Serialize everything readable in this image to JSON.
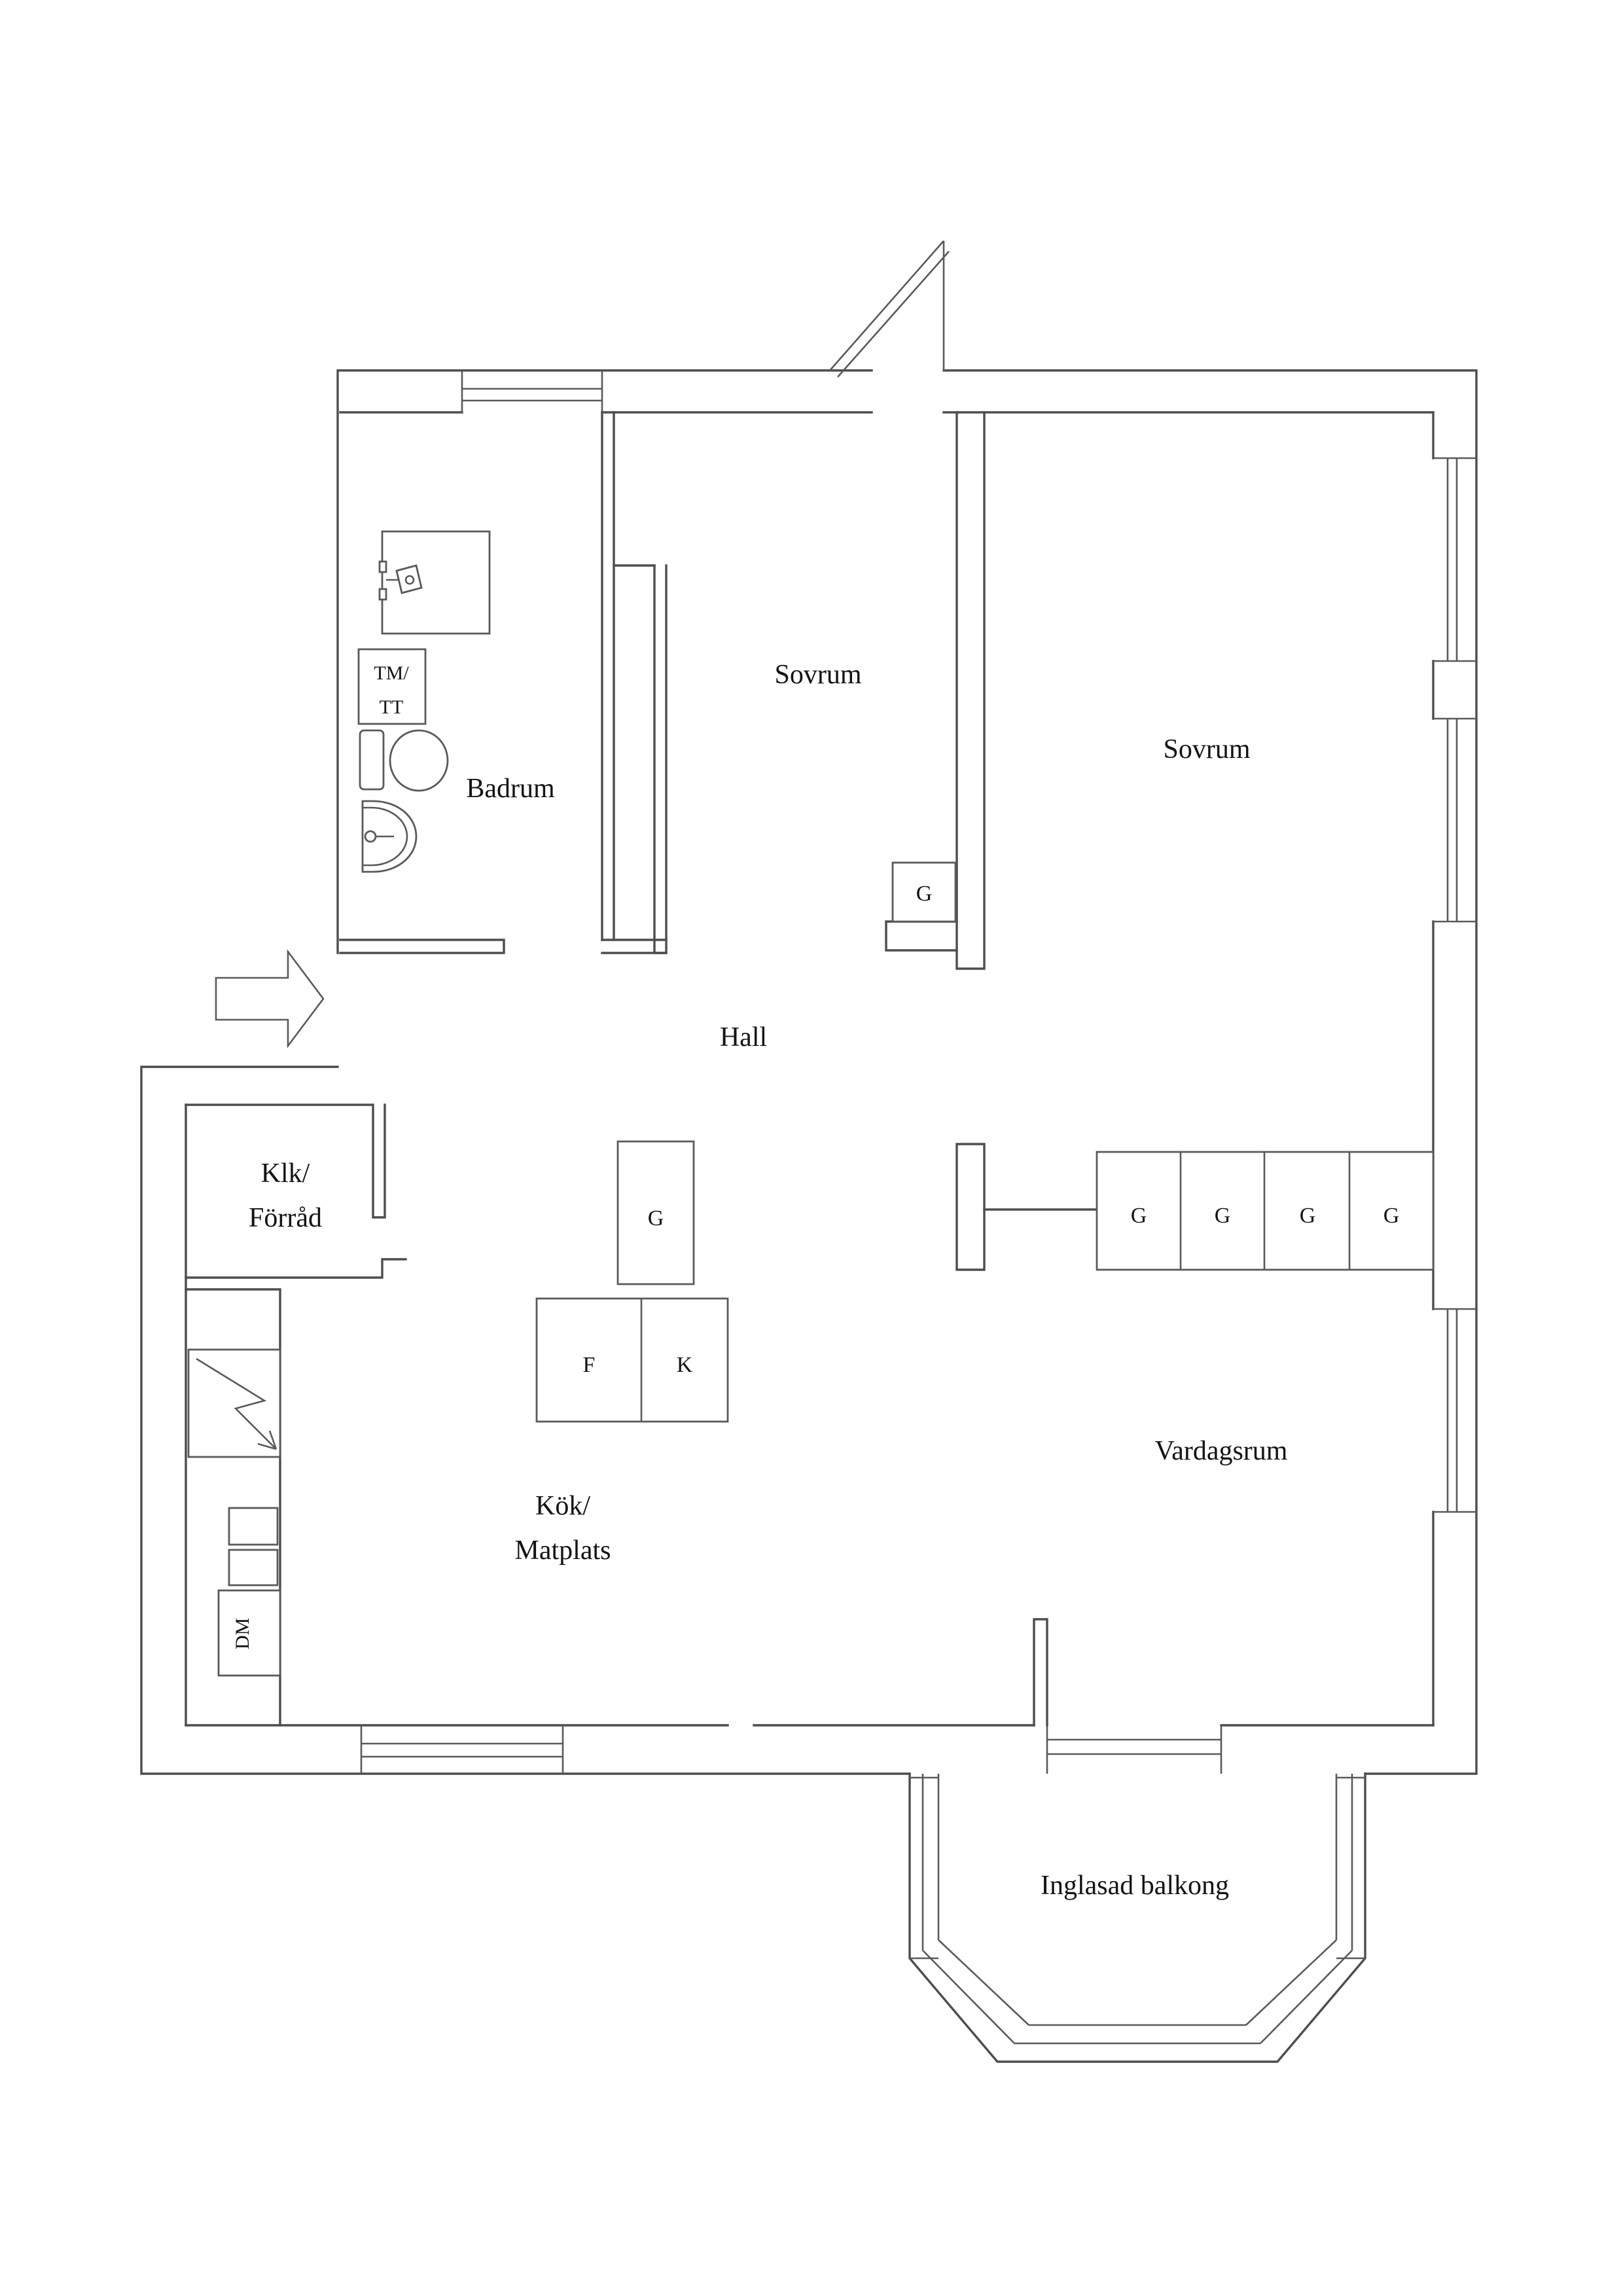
{
  "plan": {
    "colors": {
      "wall_line": "#4d4d4d",
      "text": "#141414",
      "background": "#ffffff"
    },
    "labels": {
      "sovrum_1": "Sovrum",
      "sovrum_2": "Sovrum",
      "badrum": "Badrum",
      "hall": "Hall",
      "klk_line_1": "Klk/",
      "klk_line_2": "Förråd",
      "kok_line_1": "Kök/",
      "kok_line_2": "Matplats",
      "vardagsrum": "Vardagsrum",
      "balkong": "Inglasad balkong"
    },
    "markers": {
      "tm_line_1": "TM/",
      "tm_line_2": "TT",
      "dm": "DM",
      "freezer": "F",
      "fridge": "K",
      "wardrobe": "G"
    }
  }
}
